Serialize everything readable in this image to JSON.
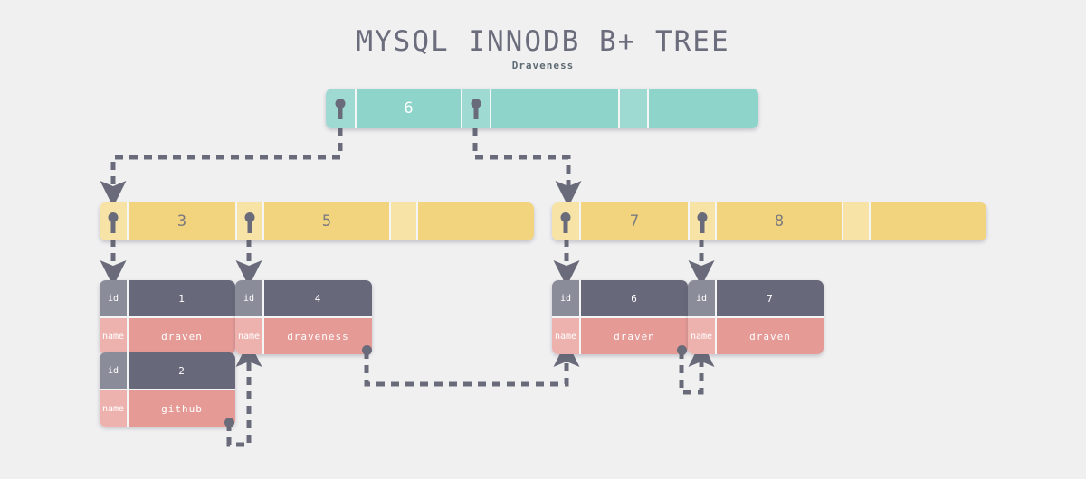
{
  "header": {
    "title": "MYSQL INNODB B+ TREE",
    "subtitle": "Draveness"
  },
  "colors": {
    "background": "#f0f0f1",
    "teal_key": "#8ed4cb",
    "teal_ptr": "#9ed9d2",
    "yellow_key": "#f2d47e",
    "yellow_ptr": "#f7e3a6",
    "record_id_label": "#8b8c99",
    "record_id_value": "#67697a",
    "record_name_label": "#eeb2ae",
    "record_name_value": "#e59a96",
    "edge": "#6a6b7a",
    "title_text": "#6b6d7c",
    "subtitle_text": "#5e6b73"
  },
  "root": {
    "name": "root-node",
    "cells": [
      {
        "type": "pointer",
        "label": ""
      },
      {
        "type": "key",
        "label": "6"
      },
      {
        "type": "pointer",
        "label": ""
      },
      {
        "type": "key",
        "label": ""
      },
      {
        "type": "pointer",
        "label": ""
      },
      {
        "type": "key",
        "label": ""
      }
    ]
  },
  "internal": [
    {
      "name": "internal-node-left",
      "cells": [
        {
          "type": "pointer",
          "label": ""
        },
        {
          "type": "key",
          "label": "3"
        },
        {
          "type": "pointer",
          "label": ""
        },
        {
          "type": "key",
          "label": "5"
        },
        {
          "type": "pointer",
          "label": ""
        },
        {
          "type": "key",
          "label": ""
        }
      ]
    },
    {
      "name": "internal-node-right",
      "cells": [
        {
          "type": "pointer",
          "label": ""
        },
        {
          "type": "key",
          "label": "7"
        },
        {
          "type": "pointer",
          "label": ""
        },
        {
          "type": "key",
          "label": "8"
        },
        {
          "type": "pointer",
          "label": ""
        },
        {
          "type": "key",
          "label": ""
        }
      ]
    }
  ],
  "leaves": [
    {
      "name": "leaf-record-1",
      "id_label": "id",
      "id_value": "1",
      "name_label": "name",
      "name_value": "draven"
    },
    {
      "name": "leaf-record-2",
      "id_label": "id",
      "id_value": "2",
      "name_label": "name",
      "name_value": "github"
    },
    {
      "name": "leaf-record-4",
      "id_label": "id",
      "id_value": "4",
      "name_label": "name",
      "name_value": "draveness"
    },
    {
      "name": "leaf-record-6",
      "id_label": "id",
      "id_value": "6",
      "name_label": "name",
      "name_value": "draven"
    },
    {
      "name": "leaf-record-7",
      "id_label": "id",
      "id_value": "7",
      "name_label": "name",
      "name_value": "draven"
    }
  ]
}
